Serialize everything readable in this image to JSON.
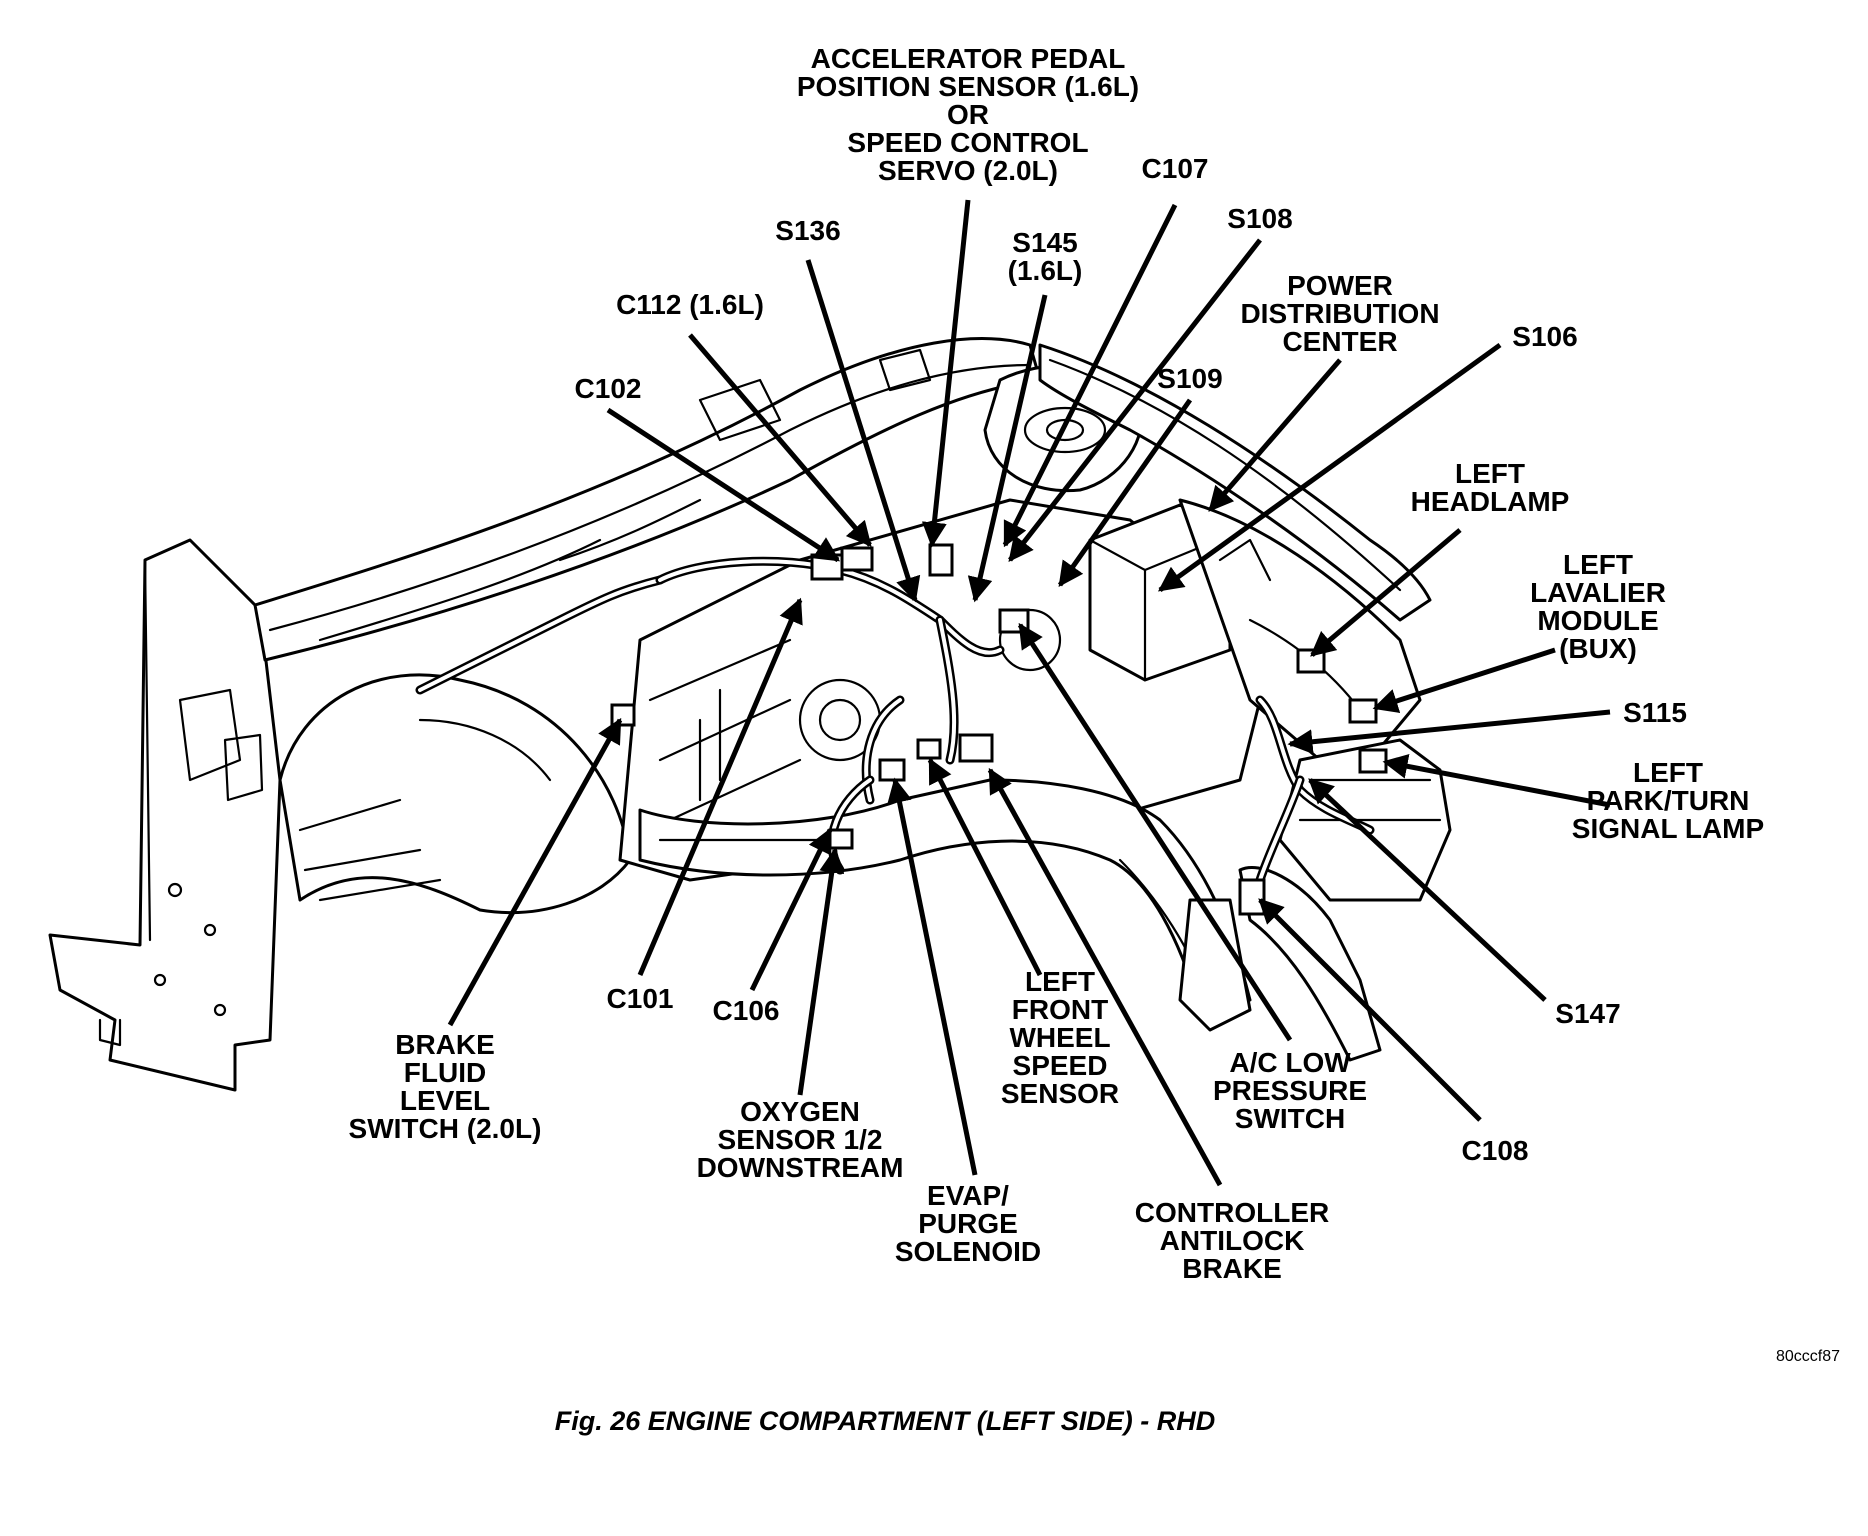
{
  "figure": {
    "caption": "Fig. 26 ENGINE COMPARTMENT (LEFT SIDE) - RHD",
    "reference_code": "80cccf87"
  },
  "labels": [
    {
      "id": "accelerator",
      "lines": [
        "ACCELERATOR PEDAL",
        "POSITION SENSOR (1.6L)",
        "OR",
        "SPEED CONTROL",
        "SERVO (2.0L)"
      ]
    },
    {
      "id": "c107",
      "lines": [
        "C107"
      ]
    },
    {
      "id": "s136",
      "lines": [
        "S136"
      ]
    },
    {
      "id": "s145",
      "lines": [
        "S145",
        "(1.6L)"
      ]
    },
    {
      "id": "s108",
      "lines": [
        "S108"
      ]
    },
    {
      "id": "c112",
      "lines": [
        "C112 (1.6L)"
      ]
    },
    {
      "id": "pdc",
      "lines": [
        "POWER",
        "DISTRIBUTION",
        "CENTER"
      ]
    },
    {
      "id": "s106",
      "lines": [
        "S106"
      ]
    },
    {
      "id": "c102",
      "lines": [
        "C102"
      ]
    },
    {
      "id": "s109",
      "lines": [
        "S109"
      ]
    },
    {
      "id": "left-headlamp",
      "lines": [
        "LEFT",
        "HEADLAMP"
      ]
    },
    {
      "id": "lavalier",
      "lines": [
        "LEFT",
        "LAVALIER",
        "MODULE",
        "(BUX)"
      ]
    },
    {
      "id": "s115",
      "lines": [
        "S115"
      ]
    },
    {
      "id": "park-turn",
      "lines": [
        "LEFT",
        "PARK/TURN",
        "SIGNAL LAMP"
      ]
    },
    {
      "id": "c101",
      "lines": [
        "C101"
      ]
    },
    {
      "id": "c106",
      "lines": [
        "C106"
      ]
    },
    {
      "id": "wheel-speed",
      "lines": [
        "LEFT",
        "FRONT",
        "WHEEL",
        "SPEED",
        "SENSOR"
      ]
    },
    {
      "id": "ac-low",
      "lines": [
        "A/C LOW",
        "PRESSURE",
        "SWITCH"
      ]
    },
    {
      "id": "s147",
      "lines": [
        "S147"
      ]
    },
    {
      "id": "brake-fluid",
      "lines": [
        "BRAKE",
        "FLUID",
        "LEVEL",
        "SWITCH (2.0L)"
      ]
    },
    {
      "id": "oxygen",
      "lines": [
        "OXYGEN",
        "SENSOR 1/2",
        "DOWNSTREAM"
      ]
    },
    {
      "id": "c108",
      "lines": [
        "C108"
      ]
    },
    {
      "id": "evap",
      "lines": [
        "EVAP/",
        "PURGE",
        "SOLENOID"
      ]
    },
    {
      "id": "abs",
      "lines": [
        "CONTROLLER",
        "ANTILOCK",
        "BRAKE"
      ]
    }
  ]
}
